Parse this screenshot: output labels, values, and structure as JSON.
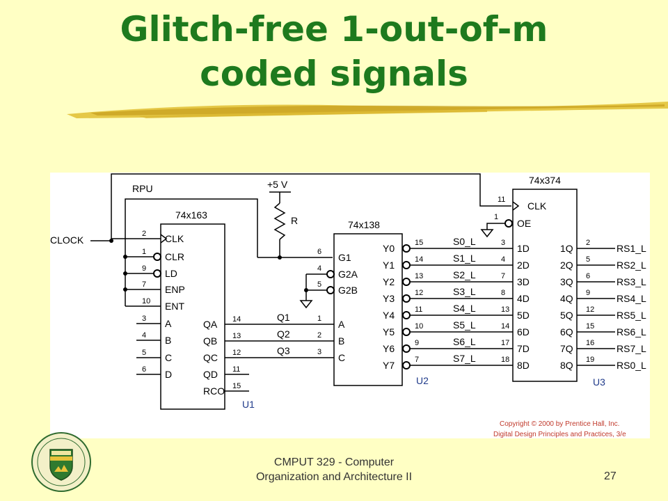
{
  "slide": {
    "title_line1": "Glitch-free 1-out-of-m",
    "title_line2": "coded signals",
    "footer_line1": "CMPUT 329 - Computer",
    "footer_line2": "Organization and Architecture II",
    "slide_number": "27",
    "logo_icon": "university-of-alberta-crest-icon"
  },
  "schematic": {
    "signals": {
      "clock": "CLOCK",
      "rpu": "RPU",
      "vcc": "+5 V",
      "resistor": "R"
    },
    "u1": {
      "part": "74x163",
      "ref": "U1",
      "left_pins": [
        {
          "num": "2",
          "name": "CLK"
        },
        {
          "num": "1",
          "name": "CLR"
        },
        {
          "num": "9",
          "name": "LD"
        },
        {
          "num": "7",
          "name": "ENP"
        },
        {
          "num": "10",
          "name": "ENT"
        },
        {
          "num": "3",
          "name": "A"
        },
        {
          "num": "4",
          "name": "B"
        },
        {
          "num": "5",
          "name": "C"
        },
        {
          "num": "6",
          "name": "D"
        }
      ],
      "right_pins": [
        {
          "num": "14",
          "name": "QA"
        },
        {
          "num": "13",
          "name": "QB"
        },
        {
          "num": "12",
          "name": "QC"
        },
        {
          "num": "11",
          "name": "QD"
        },
        {
          "num": "15",
          "name": "RCO"
        }
      ]
    },
    "q_nets": [
      "Q1",
      "Q2",
      "Q3"
    ],
    "u2": {
      "part": "74x138",
      "ref": "U2",
      "left_pins": [
        {
          "num": "6",
          "name": "G1"
        },
        {
          "num": "4",
          "name": "G2A"
        },
        {
          "num": "5",
          "name": "G2B"
        },
        {
          "num": "1",
          "name": "A"
        },
        {
          "num": "2",
          "name": "B"
        },
        {
          "num": "3",
          "name": "C"
        }
      ],
      "right_pins": [
        {
          "num": "15",
          "name": "Y0"
        },
        {
          "num": "14",
          "name": "Y1"
        },
        {
          "num": "13",
          "name": "Y2"
        },
        {
          "num": "12",
          "name": "Y3"
        },
        {
          "num": "11",
          "name": "Y4"
        },
        {
          "num": "10",
          "name": "Y5"
        },
        {
          "num": "9",
          "name": "Y6"
        },
        {
          "num": "7",
          "name": "Y7"
        }
      ]
    },
    "s_nets": [
      "S0_L",
      "S1_L",
      "S2_L",
      "S3_L",
      "S4_L",
      "S5_L",
      "S6_L",
      "S7_L"
    ],
    "u3": {
      "part": "74x374",
      "ref": "U3",
      "clk_pin": {
        "num": "11",
        "name": "CLK"
      },
      "oe_pin": {
        "num": "1",
        "name": "OE"
      },
      "left_pins": [
        {
          "num": "3",
          "name": "1D"
        },
        {
          "num": "4",
          "name": "2D"
        },
        {
          "num": "7",
          "name": "3D"
        },
        {
          "num": "8",
          "name": "4D"
        },
        {
          "num": "13",
          "name": "5D"
        },
        {
          "num": "14",
          "name": "6D"
        },
        {
          "num": "17",
          "name": "7D"
        },
        {
          "num": "18",
          "name": "8D"
        }
      ],
      "right_pins": [
        {
          "num": "2",
          "name": "1Q"
        },
        {
          "num": "5",
          "name": "2Q"
        },
        {
          "num": "6",
          "name": "3Q"
        },
        {
          "num": "9",
          "name": "4Q"
        },
        {
          "num": "12",
          "name": "5Q"
        },
        {
          "num": "15",
          "name": "6Q"
        },
        {
          "num": "16",
          "name": "7Q"
        },
        {
          "num": "19",
          "name": "8Q"
        }
      ]
    },
    "outputs": [
      "RS1_L",
      "RS2_L",
      "RS3_L",
      "RS4_L",
      "RS5_L",
      "RS6_L",
      "RS7_L",
      "RS0_L"
    ],
    "copyright_line1": "Copyright © 2000 by Prentice Hall, Inc.",
    "copyright_line2": "Digital Design Principles and Practices, 3/e"
  }
}
